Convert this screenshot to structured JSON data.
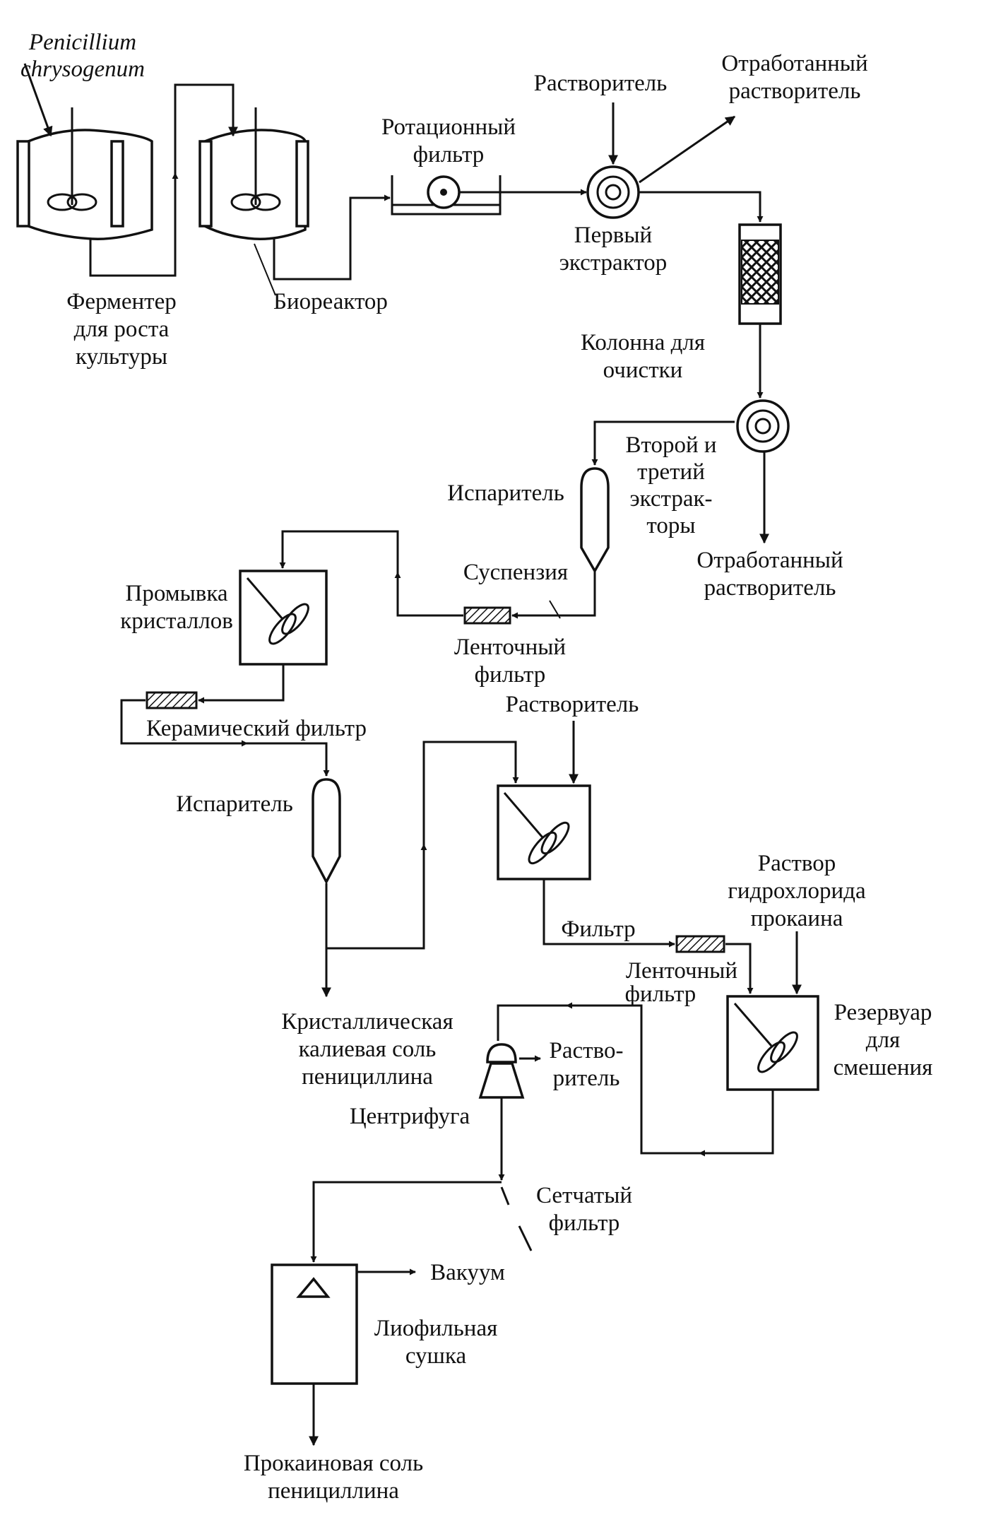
{
  "labels": {
    "organism_1": "Penicillium",
    "organism_2": "chrysogenum",
    "fermenter_1": "Ферментер",
    "fermenter_2": "для роста",
    "fermenter_3": "культуры",
    "bioreactor": "Биореактор",
    "rotary_filter_1": "Ротационный",
    "rotary_filter_2": "фильтр",
    "solvent_top": "Растворитель",
    "spent_solvent_top_1": "Отработанный",
    "spent_solvent_top_2": "растворитель",
    "first_extractor_1": "Первый",
    "first_extractor_2": "экстрактор",
    "column_1": "Колонна для",
    "column_2": "очистки",
    "second_extractors_1": "Второй и",
    "second_extractors_2": "третий",
    "second_extractors_3": "экстрак-",
    "second_extractors_4": "торы",
    "spent_solvent_mid_1": "Отработанный",
    "spent_solvent_mid_2": "растворитель",
    "evaporator_1": "Испаритель",
    "suspension": "Суспензия",
    "crystal_wash_1": "Промывка",
    "crystal_wash_2": "кристаллов",
    "belt_filter_1a": "Ленточный",
    "belt_filter_1b": "фильтр",
    "ceramic_filter": "Керамический фильтр",
    "solvent_mid": "Растворитель",
    "evaporator_2": "Испаритель",
    "procaine_1": "Раствор",
    "procaine_2": "гидрохлорида",
    "procaine_3": "прокаина",
    "filter_label": "Фильтр",
    "belt_filter_2a": "Ленточный",
    "belt_filter_2b": "фильтр",
    "k_salt_1": "Кристаллическая",
    "k_salt_2": "калиевая соль",
    "k_salt_3": "пенициллина",
    "centrifuge_solvent_1": "Раство-",
    "centrifuge_solvent_2": "ритель",
    "centrifuge": "Центрифуга",
    "mix_tank_1": "Резервуар",
    "mix_tank_2": "для",
    "mix_tank_3": "смешения",
    "mesh_filter_1": "Сетчатый",
    "mesh_filter_2": "фильтр",
    "vacuum": "Вакуум",
    "freeze_dry_1": "Лиофильная",
    "freeze_dry_2": "сушка",
    "product_1": "Прокаиновая соль",
    "product_2": "пенициллина"
  }
}
